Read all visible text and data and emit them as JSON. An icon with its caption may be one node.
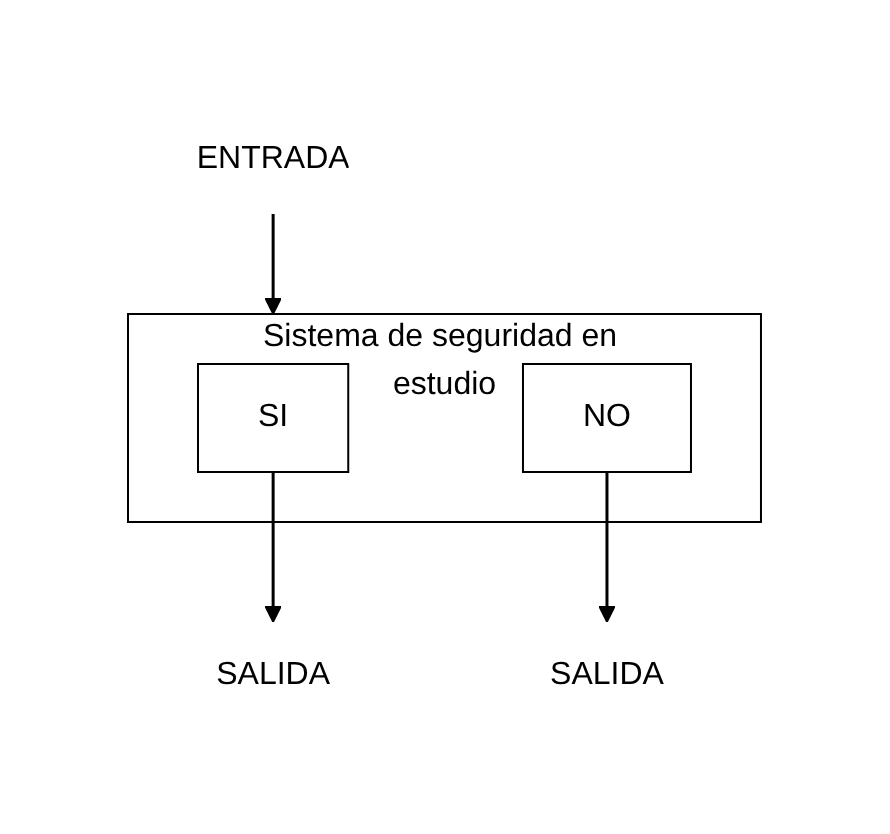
{
  "diagram": {
    "nodes": [
      {
        "text": [
          "ENTRADA"
        ]
      },
      {
        "text": [
          "Sistema de seguridad en estudio"
        ]
      },
      {
        "text": [
          "SI"
        ],
        "in": 1
      },
      {
        "text": [
          "NO"
        ],
        "in": 1
      },
      {
        "text": [
          "SALIDA"
        ]
      },
      {
        "text": [
          "SALIDA"
        ]
      }
    ],
    "edges": [
      {
        "from": 0,
        "to": 1,
        "arrow": "to"
      },
      {
        "from": 2,
        "to": 4,
        "arrow": "to"
      },
      {
        "from": 3,
        "to": 5,
        "arrow": "to"
      }
    ]
  }
}
